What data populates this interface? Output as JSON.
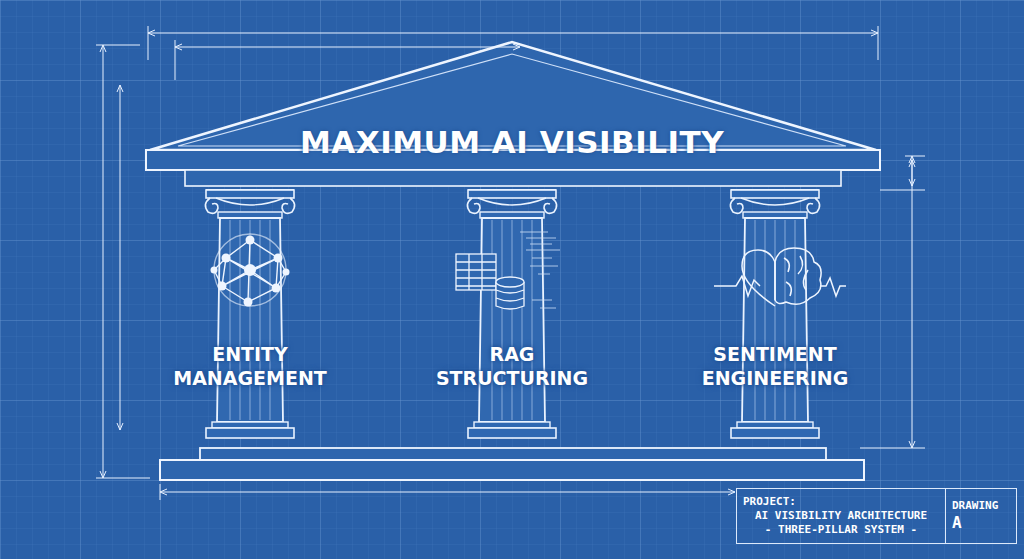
{
  "diagram": {
    "nodes": [
      {
        "text": [
          "MAXIMUM AI VISIBILITY"
        ]
      },
      {
        "text": [
          "ENTITY MANAGEMENT"
        ]
      },
      {
        "text": [
          "RAG STRUCTURING"
        ]
      },
      {
        "text": [
          "SENTIMENT ENGINEERING"
        ]
      },
      {
        "text": [
          "PROJECT:",
          "AI VISIBILITY ARCHITECTURE",
          "- THREE-PILLAR SYSTEM -"
        ]
      },
      {
        "text": [
          "DRAWING",
          "A"
        ]
      }
    ]
  }
}
